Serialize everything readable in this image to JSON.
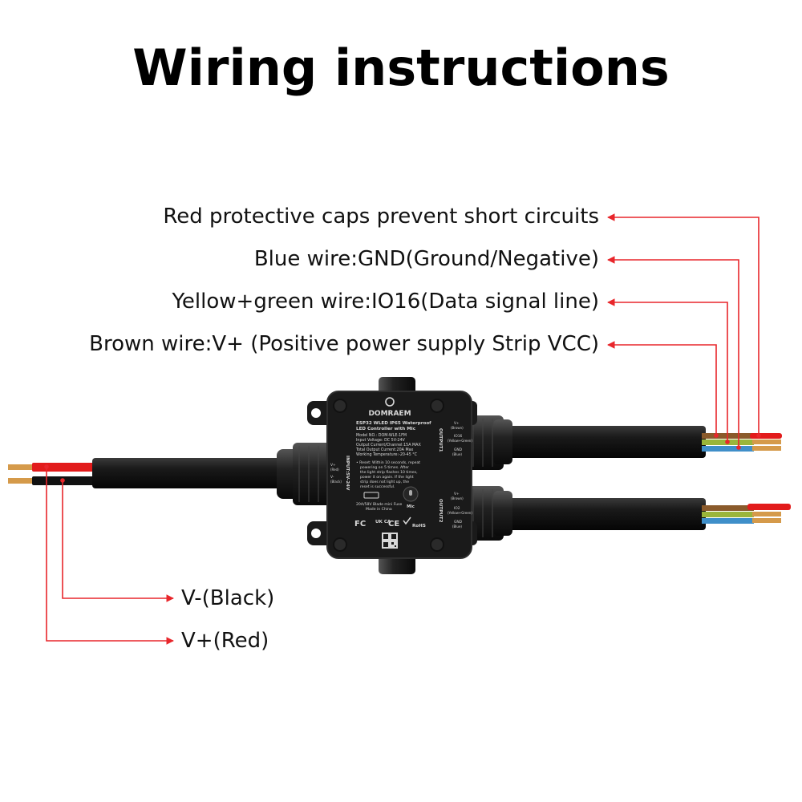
{
  "title": "Wiring instructions",
  "callouts": {
    "red_caps": "Red protective caps prevent short circuits",
    "blue_wire": "Blue wire:GND(Ground/Negative)",
    "yellow_green_wire": "Yellow+green wire:IO16(Data signal line)",
    "brown_wire": "Brown wire:V+ (Positive power supply Strip VCC)",
    "v_minus": "V-(Black)",
    "v_plus": "V+(Red)"
  },
  "controller": {
    "brand": "DOMRAEM",
    "product_line1": "ESP32 WLED IP65 Waterproof",
    "product_line2": "LED Controller with Mic",
    "model": "Model NO.: DOM-WLE-1FM",
    "input_voltage": "Input Voltage: DC 5V-24V",
    "output_current": "Output Current/Channel:15A MAX",
    "total_current": "Total Output Current:20A Max",
    "working_temp": "Working Temperature:-20-45 °C",
    "reset_note": [
      "• Reset: Within 10 seconds, repeat",
      "powering on 5 times. After",
      "the light strip flashes 10 times,",
      "power it on again. If the light",
      "strip does not light up, the",
      "reset is successful."
    ],
    "fuse": "20A/58V Blade mini Fuse",
    "made_in": "Made in China",
    "mic_label": "Mic",
    "input_label": "INPUT:5V-24V",
    "input_vplus": "V+",
    "input_vplus_sub": "(Red)",
    "input_vminus": "V-",
    "input_vminus_sub": "(Black)",
    "output1_label": "OUTPUT1",
    "output2_label": "OUTPUT2",
    "out1_vplus": "V+",
    "out1_vplus_sub": "(Brown)",
    "out1_io": "IO16",
    "out1_io_sub": "(Yellow+Green)",
    "out1_gnd": "GND",
    "out1_gnd_sub": "(Blue)",
    "out2_vplus": "V+",
    "out2_vplus_sub": "(Brown)",
    "out2_io": "IO2",
    "out2_io_sub": "(Yellow+Green)",
    "out2_gnd": "GND",
    "out2_gnd_sub": "(Blue)",
    "cert_fc": "FC",
    "cert_ukca": "UK CA",
    "cert_ce": "CE",
    "cert_rohs": "RoHS"
  },
  "colors": {
    "arrow_red": "#e8262b",
    "wire_red": "#e21b1b",
    "wire_brown": "#8a5a2b",
    "wire_yellow_green": "#9ab53a",
    "wire_blue": "#3f8fc9",
    "copper": "#d59a4a",
    "cable_black": "#111111",
    "housing": "#1a1a1a"
  }
}
